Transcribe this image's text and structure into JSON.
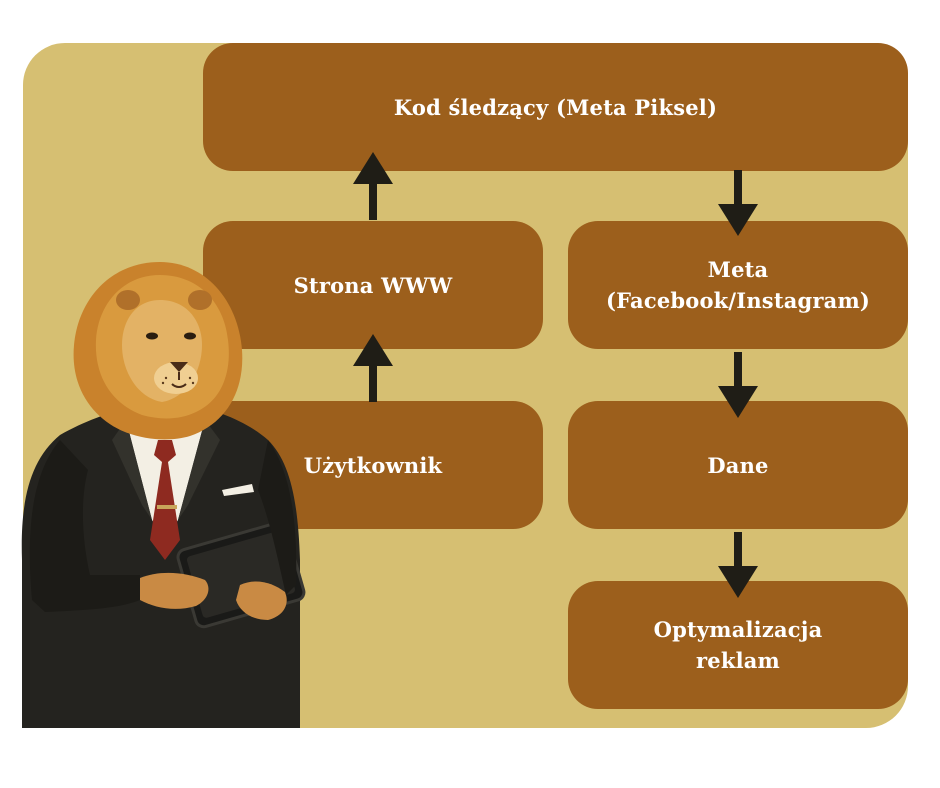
{
  "diagram": {
    "nodes": {
      "tracking_code": "Kod śledzący (Meta Piksel)",
      "website": "Strona WWW",
      "user": "Użytkownik",
      "meta": "Meta\n(Facebook/Instagram)",
      "data": "Dane",
      "ad_optimization": "Optymalizacja\nreklam"
    },
    "edges": [
      {
        "from": "user",
        "to": "website"
      },
      {
        "from": "website",
        "to": "tracking_code"
      },
      {
        "from": "tracking_code",
        "to": "meta"
      },
      {
        "from": "meta",
        "to": "data"
      },
      {
        "from": "data",
        "to": "ad_optimization"
      }
    ]
  },
  "illustration": {
    "subject": "lion-in-suit-holding-tablet-icon"
  },
  "colors": {
    "panel": "#d6bf72",
    "box": "#9c5f1c",
    "arrow": "#1f1d16",
    "box_text": "#ffffff"
  }
}
